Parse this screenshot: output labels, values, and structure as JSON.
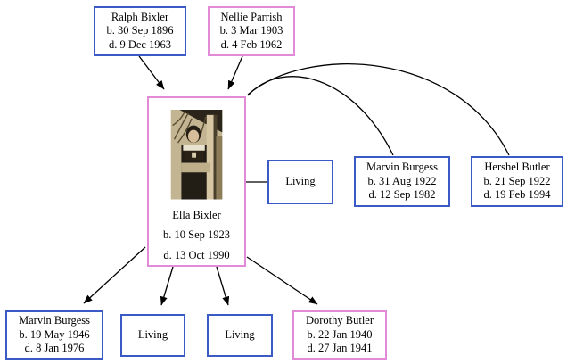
{
  "diagram": {
    "kind": "family-tree",
    "focus_person": "Ella Bixler"
  },
  "colors": {
    "male_border": "#3a5ac6",
    "female_border": "#e18ad8",
    "connector": "#000000",
    "text": "#000000",
    "background": "#ffffff"
  },
  "nodes": {
    "ralph": {
      "name": "Ralph Bixler",
      "birth": "b. 30 Sep 1896",
      "death": "d. 9 Dec 1963"
    },
    "nellie": {
      "name": "Nellie Parrish",
      "birth": "b. 3 Mar 1903",
      "death": "d. 4 Feb 1962"
    },
    "ella": {
      "name": "Ella Bixler",
      "birth": "b. 10 Sep 1923",
      "death": "d. 13 Oct 1990"
    },
    "living_spouse": {
      "name": "Living"
    },
    "marvin_spouse": {
      "name": "Marvin Burgess",
      "birth": "b. 31 Aug 1922",
      "death": "d. 12 Sep 1982"
    },
    "hershel": {
      "name": "Hershel Butler",
      "birth": "b. 21 Sep 1922",
      "death": "d. 19 Feb 1994"
    },
    "marvin_child": {
      "name": "Marvin Burgess",
      "birth": "b. 19 May 1946",
      "death": "d. 8 Jan 1976"
    },
    "living_child_1": {
      "name": "Living"
    },
    "living_child_2": {
      "name": "Living"
    },
    "dorothy": {
      "name": "Dorothy Butler",
      "birth": "b. 22 Jan 1940",
      "death": "d. 27 Jan 1941"
    }
  }
}
